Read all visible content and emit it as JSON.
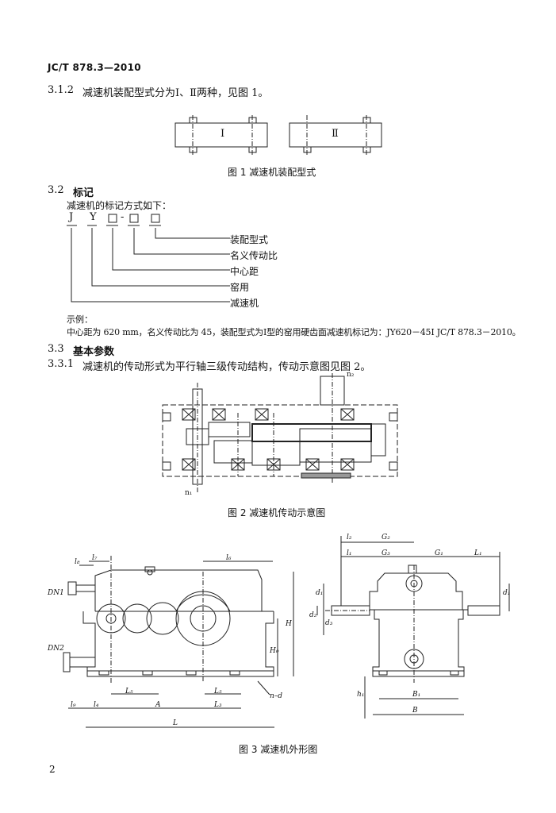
{
  "header": "JC/T 878.3—2010",
  "s312": {
    "num": "3.1.2",
    "text": "减速机装配型式分为Ⅰ、Ⅱ两种，见图 1。"
  },
  "fig1": {
    "type_i": "Ⅰ",
    "type_ii": "Ⅱ",
    "caption": "图 1  减速机装配型式"
  },
  "s32": {
    "num": "3.2",
    "title": "标记"
  },
  "marking": {
    "intro": "减速机的标记方式如下：",
    "code_j": "J",
    "code_y": "Y",
    "code_dash": "-",
    "labels": [
      "装配型式",
      "名义传动比",
      "中心距",
      "窑用",
      "减速机"
    ]
  },
  "example": {
    "label": "示例：",
    "text": "中心距为 620 mm，名义传动比为 45，装配型式为Ⅰ型的窑用硬齿面减速机标记为：JY620－45Ⅰ JC/T 878.3－2010。"
  },
  "s33": {
    "num": "3.3",
    "title": "基本参数"
  },
  "s331": {
    "num": "3.3.1",
    "text": "减速机的传动形式为平行轴三级传动结构，传动示意图见图 2。"
  },
  "fig2": {
    "label_n1": "n₁",
    "label_n2": "n₂",
    "caption": "图 2  减速机传动示意图"
  },
  "fig3": {
    "caption": "图 3  减速机外形图",
    "left_labels": {
      "l8": "l₈",
      "l7": "l₇",
      "l6": "l₆",
      "dn1": "DN1",
      "dn2": "DN2",
      "h0": "H₀",
      "h": "H",
      "ld": "l₉",
      "l4": "l₄",
      "l5a": "L₅",
      "a": "A",
      "l5b": "L₅",
      "l3": "L₃",
      "l": "L",
      "nd": "n–d"
    },
    "right_labels": {
      "l2": "l₂",
      "g2": "G₂",
      "l1": "l₁",
      "g3": "G₃",
      "g1": "G₁",
      "l1r": "L₁",
      "d1": "d₁",
      "d2": "d₂",
      "d3": "d₃",
      "d1r": "d₁",
      "h1": "h₁",
      "b1": "B₁",
      "b": "B"
    }
  },
  "page_number": "2"
}
